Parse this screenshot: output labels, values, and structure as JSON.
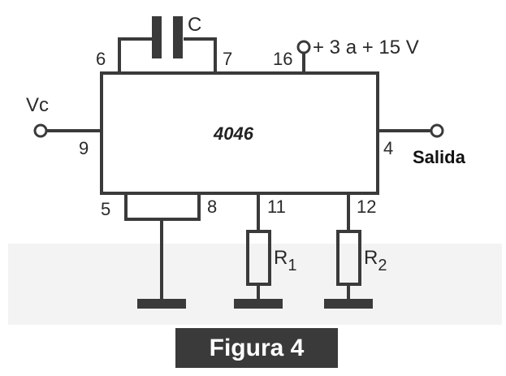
{
  "figure": {
    "chip_label": "4046",
    "capacitor_label": "C",
    "supply_label": "+ 3 a + 15 V",
    "input_label": "Vc",
    "output_label": "Salida",
    "resistor1": {
      "letter": "R",
      "sub": "1"
    },
    "resistor2": {
      "letter": "R",
      "sub": "2"
    },
    "pins": {
      "p6": "6",
      "p7": "7",
      "p16": "16",
      "p9": "9",
      "p4": "4",
      "p5": "5",
      "p8": "8",
      "p11": "11",
      "p12": "12"
    },
    "caption": "Figura 4",
    "colors": {
      "line": "#3a3a3a",
      "caption_bg": "#3a3a3a",
      "caption_text": "#ffffff",
      "background": "#ffffff"
    }
  }
}
